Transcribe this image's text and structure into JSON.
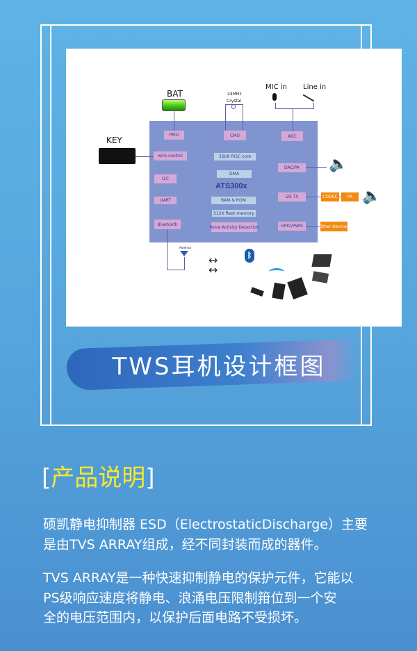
{
  "diagram": {
    "chip_name": "ATS300x",
    "blocks": {
      "pmu": "PMU",
      "cmu": "CMU",
      "adc": "ADC",
      "wire_control": "wire-control",
      "risc": "32bit RISC core",
      "dac_pa": "DAC/PA",
      "i2c": "I2C",
      "dma": "DMA",
      "uart": "UART",
      "ram_rom": "RAM & ROM",
      "i2s_tx": "I2S TX",
      "codec": "CODEC",
      "pa": "PA",
      "flash": "512K flash memory",
      "bluetooth": "Bluetooth",
      "vad": "Voice Activity Detection",
      "gpio_pwm": "GPIO/PWM",
      "other_devices": "Other Devices"
    },
    "labels": {
      "bat": "BAT",
      "key": "KEY",
      "crystal_freq": "24MHz",
      "crystal": "Crystal",
      "mic_in": "MIC in",
      "line_in": "Line in",
      "antenna": "Antenna",
      "bluetooth_logo": "Bluetooth"
    },
    "colors": {
      "chip": "#8094cf",
      "block": "#d5a8d6",
      "core_block": "#bcd0e6",
      "external": "#f28a10"
    }
  },
  "banner_title": "TWS耳机设计框图",
  "section": {
    "open": "[",
    "title": "产品说明",
    "close": "]"
  },
  "paragraphs": [
    [
      "硕凯静电抑制器 ESD（ElectrostaticDischarge）主要",
      "是由TVS ARRAY组成，经不同封装而成的器件。"
    ],
    [
      "TVS ARRAY是一种快速抑制静电的保护元件，它能以",
      "PS级响应速度将静电、浪涌电压限制箝位到一个安",
      "全的电压范围内，以保护后面电路不受损坏。"
    ]
  ]
}
